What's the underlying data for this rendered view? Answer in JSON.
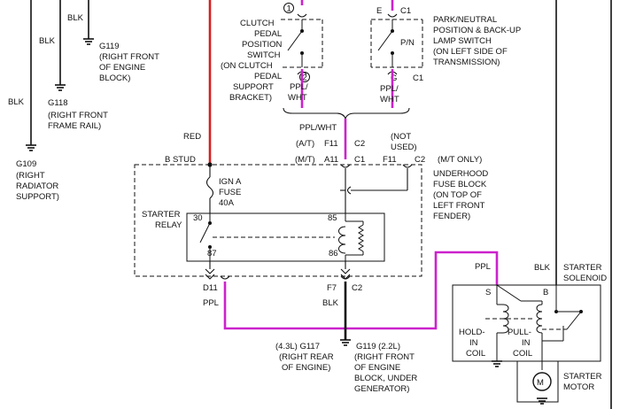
{
  "colors": {
    "background": "#ffffff",
    "ink": "#111111",
    "wire_red": "#d61f1f",
    "wire_ppl": "#cc22cc"
  },
  "grounds": {
    "g119_top": {
      "wire": "BLK",
      "id": "G119",
      "lines": [
        "(RIGHT FRONT",
        "OF ENGINE",
        "BLOCK)"
      ]
    },
    "g118": {
      "wire": "BLK",
      "id": "G118",
      "lines": [
        "(RIGHT FRONT",
        "FRAME RAIL)"
      ]
    },
    "g109": {
      "wire": "BLK",
      "id": "G109",
      "lines": [
        "(RIGHT",
        "RADIATOR",
        "SUPPORT)"
      ]
    }
  },
  "clutch_switch": {
    "pin_top": "1",
    "pin_bottom": "2",
    "label": [
      "CLUTCH",
      "PEDAL",
      "POSITION",
      "SWITCH",
      "(ON CLUTCH",
      "PEDAL",
      "SUPPORT",
      "BRACKET)"
    ],
    "wire": [
      "PPL/",
      "WHT"
    ]
  },
  "pn_switch": {
    "pin_top_letter": "E",
    "pin_top_code": "C1",
    "inner_label": "P/N",
    "pin_bottom_letter": "G",
    "pin_bottom_code": "C1",
    "label": [
      "PARK/NEUTRAL",
      "POSITION & BACK-UP",
      "LAMP SWITCH",
      "(ON LEFT SIDE OF",
      "TRANSMISSION)"
    ],
    "wire": [
      "PPL/",
      "WHT"
    ]
  },
  "splice": {
    "wire": "PPL/WHT",
    "at_row": {
      "trans": "(A/T)",
      "pin": "F11",
      "conn": "C2"
    },
    "mt_row": {
      "trans": "(M/T)",
      "pin": "A11",
      "conn": "C1"
    },
    "not_used": [
      "(NOT",
      "USED)"
    ],
    "f11": "F11",
    "c2": "C2",
    "mt_only": "(M/T ONLY)"
  },
  "fuse_block": {
    "red_wire": "RED",
    "stud": "B STUD",
    "fuse_lines": [
      "IGN A",
      "FUSE",
      "40A"
    ],
    "relay_lines": [
      "STARTER",
      "RELAY"
    ],
    "pins": {
      "p30": "30",
      "p85": "85",
      "p87": "87",
      "p86": "86"
    },
    "label": [
      "UNDERHOOD",
      "FUSE BLOCK",
      "(ON TOP OF",
      "LEFT FRONT",
      "FENDER)"
    ]
  },
  "outputs": {
    "left_pin": "D11",
    "left_wire": "PPL",
    "right_pin": "F7",
    "right_conn": "C2",
    "right_wire": "BLK"
  },
  "bottom_grounds": {
    "left": [
      "(4.3L) G117",
      "(RIGHT REAR",
      "OF ENGINE)"
    ],
    "right": [
      "G119 (2.2L)",
      "(RIGHT FRONT",
      "OF ENGINE",
      "BLOCK, UNDER",
      "GENERATOR)"
    ]
  },
  "solenoid": {
    "ppl": "PPL",
    "blk": "BLK",
    "title": [
      "STARTER",
      "SOLENOID"
    ],
    "term_s": "S",
    "term_b": "B",
    "hold": [
      "HOLD-",
      "IN",
      "COIL"
    ],
    "pull": [
      "PULL-",
      "IN",
      "COIL"
    ]
  },
  "motor": {
    "symbol": "M",
    "label": [
      "STARTER",
      "MOTOR"
    ]
  }
}
